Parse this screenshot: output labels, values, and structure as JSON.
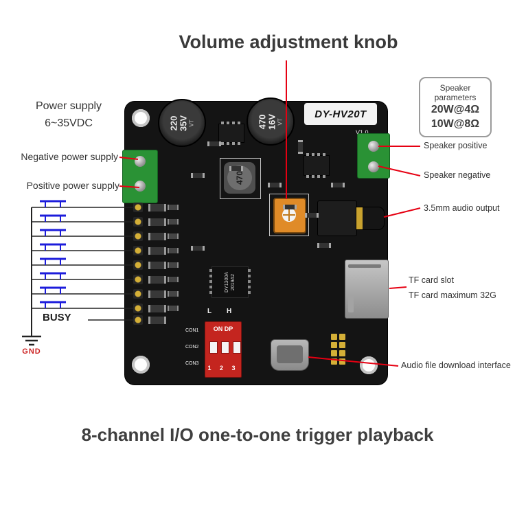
{
  "title": "Volume adjustment knob",
  "footer": "8-channel I/O one-to-one trigger playback",
  "annotations": {
    "power_supply": {
      "line1": "Power supply",
      "line2": "6~35VDC"
    },
    "negative": "Negative power supply",
    "positive": "Positive power supply",
    "busy": "BUSY",
    "gnd": "GND",
    "speaker_box": {
      "line1": "Speaker",
      "line2": "parameters",
      "line3": "20W@4Ω",
      "line4": "10W@8Ω"
    },
    "speaker_positive": "Speaker positive",
    "speaker_negative": "Speaker negative",
    "audio_output": "3.5mm audio output",
    "tf_slot": "TF card slot",
    "tf_max": "TF card maximum 32G",
    "download": "Audio file download interface"
  },
  "board": {
    "model": "DY-HV20T",
    "version": "V1.0",
    "cap1": {
      "value": "220 35V",
      "brand": "VT"
    },
    "cap2": {
      "value": "470 16V",
      "brand": "VT"
    },
    "inductor": "470",
    "main_chip": {
      "line1": "DY1300A",
      "line2": "2019A2"
    },
    "dip": {
      "label": "ON DP",
      "numbers": "1 2 3"
    },
    "connectors": [
      "CON1",
      "CON2",
      "CON3"
    ],
    "l": "L",
    "h": "H"
  },
  "colors": {
    "annotation_red": "#e60012",
    "switch_blue": "#1c1cdb",
    "board_black": "#141414",
    "terminal_green": "#2a9235",
    "pot_orange": "#e08b28"
  }
}
